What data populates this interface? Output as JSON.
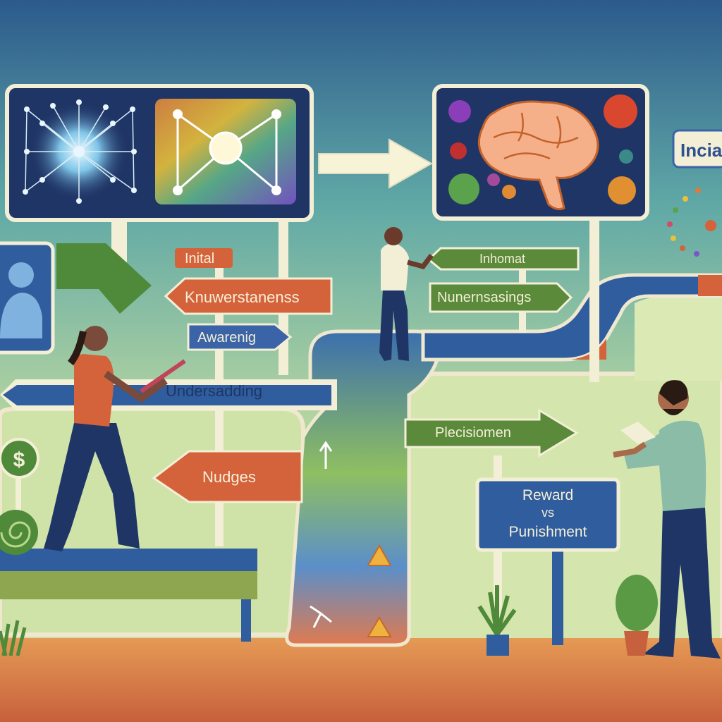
{
  "signs": {
    "inital": "Inital",
    "knuwerstanens": "Knuwerstanenss",
    "awarenig": "Awarenig",
    "undersadding": "Undersadding",
    "nudges": "Nudges",
    "inhomat": "Inhomat",
    "nunernsasings": "Nunernsasings",
    "plecisiomen": "Plecisiomen",
    "incia": "Incia"
  },
  "board": {
    "line1": "Reward",
    "line2": "vs",
    "line3": "Punishment"
  },
  "icons": {
    "dollar": "$"
  },
  "colors": {
    "sky_top": "#2f5b8c",
    "sky_mid": "#6fb5a6",
    "ground": "#d87a4c",
    "panel_dark": "#1f3566",
    "panel_frame": "#f3efd6",
    "sign_red": "#d4623a",
    "sign_blue": "#3a63a8",
    "sign_green": "#5a8a3a",
    "path_blue": "#2f5d9e",
    "path_green": "#7fae57"
  }
}
